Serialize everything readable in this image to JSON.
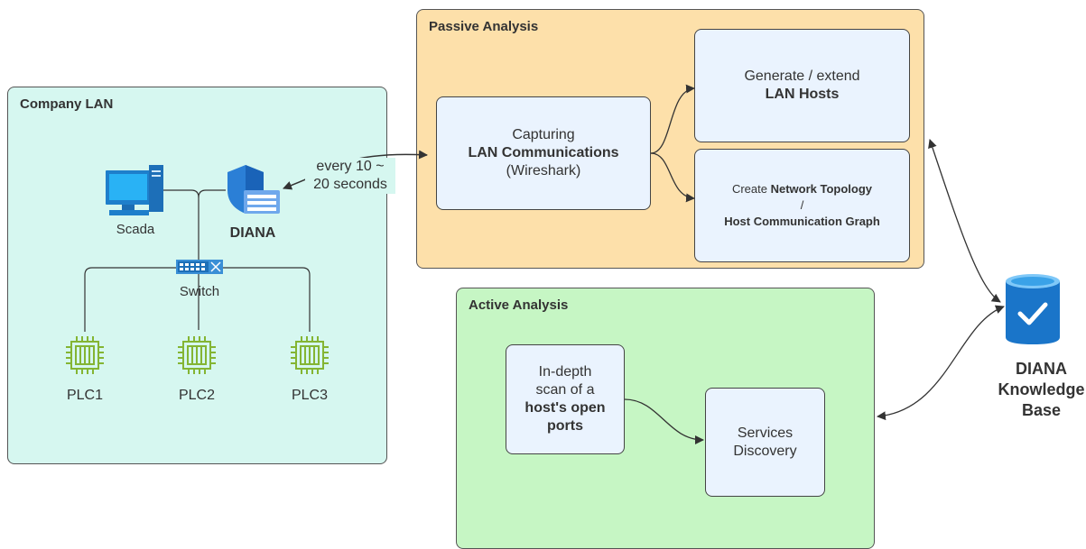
{
  "company_lan": {
    "title": "Company LAN",
    "scada_label": "Scada",
    "diana_label": "DIANA",
    "switch_label": "Switch",
    "plc1_label": "PLC1",
    "plc2_label": "PLC2",
    "plc3_label": "PLC3"
  },
  "interval_label": {
    "line1": "every 10 ~",
    "line2": "20 seconds"
  },
  "passive": {
    "title": "Passive Analysis",
    "capture": {
      "line1": "Capturing",
      "line2": "LAN Communications",
      "line3": "(Wireshark)"
    },
    "hosts": {
      "line1": "Generate / extend",
      "line2": "LAN Hosts"
    },
    "topology": {
      "prefix": "Create ",
      "bold1": "Network Topology",
      "slash": "/",
      "bold2": "Host Communication Graph"
    }
  },
  "active": {
    "title": "Active Analysis",
    "scan": {
      "line1": "In-depth",
      "line2": "scan of a",
      "line3": "host's open",
      "line4": "ports"
    },
    "services": {
      "line1": "Services",
      "line2": "Discovery"
    }
  },
  "knowledge_base": {
    "line1": "DIANA",
    "line2": "Knowledge",
    "line3": "Base"
  },
  "colors": {
    "lan_fill": "#d6f7f0",
    "passive_fill": "#fde0aa",
    "active_fill": "#c6f6c4",
    "box_fill": "#eaf3fe",
    "plc_green": "#84b533",
    "computer_blue": "#1e90e0",
    "db_blue": "#1a75c9"
  },
  "icons": [
    "computer-icon",
    "shield-server-icon",
    "switch-icon",
    "plc-chip-icon",
    "database-check-icon"
  ]
}
